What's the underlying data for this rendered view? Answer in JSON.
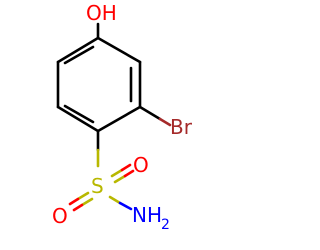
{
  "molecule": {
    "atoms": {
      "hydroxyl": {
        "label": "OH",
        "color": "#ff0000"
      },
      "bromine": {
        "label": "Br",
        "color": "#a52a2a"
      },
      "sulfur": {
        "label": "S",
        "color": "#b8b800"
      },
      "oxygen_top": {
        "label": "O",
        "color": "#ff0000"
      },
      "oxygen_left": {
        "label": "O",
        "color": "#ff0000"
      },
      "amine": {
        "label": "NH",
        "subscript": "2",
        "color": "#0000ff"
      }
    },
    "bond_color": "#000000"
  }
}
